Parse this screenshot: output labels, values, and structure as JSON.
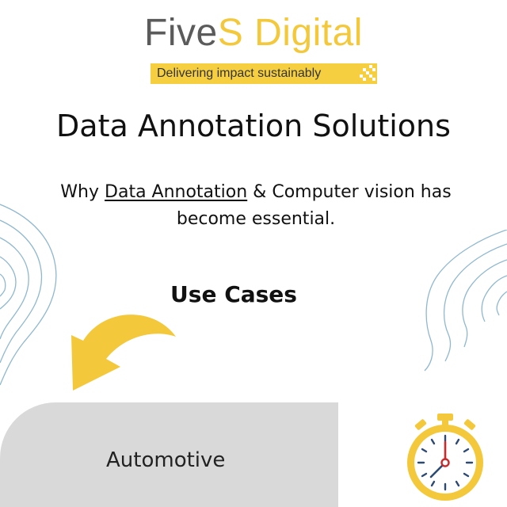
{
  "brand": {
    "name_first": "Five",
    "name_s": "S",
    "name_last": " Digital",
    "tagline": "Delivering impact sustainably",
    "gray": "#5b5b5b",
    "yellow": "#f3c83a"
  },
  "main": {
    "title": "Data Annotation Solutions",
    "why_prefix": "Why ",
    "why_link": "Data Annotation",
    "why_suffix": " & Computer vision has become essential.",
    "use_cases": "Use Cases"
  },
  "card": {
    "label": "Automotive",
    "background": "#d9d9d9"
  },
  "decor": {
    "arrow_icon": "curved-arrow-down-left-icon",
    "stopwatch_icon": "stopwatch-icon",
    "topo_color": "#8fb8cf"
  }
}
